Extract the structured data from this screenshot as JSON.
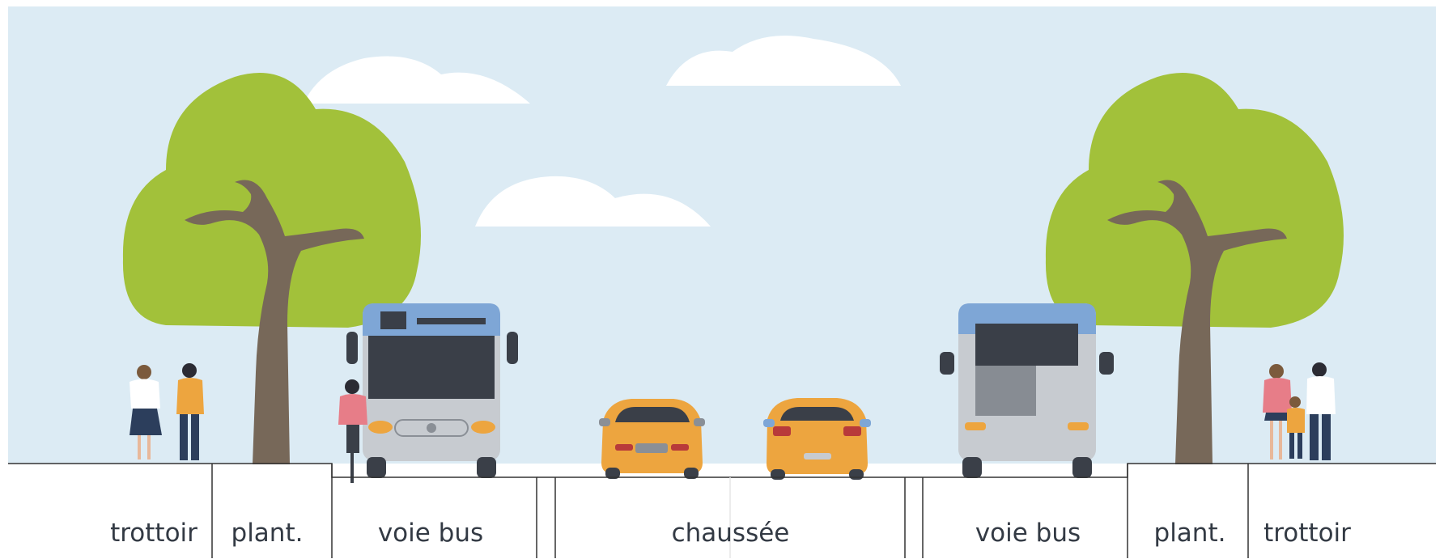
{
  "sections": [
    {
      "id": "trottoir-left",
      "label": "trottoir"
    },
    {
      "id": "plant-left",
      "label": "plant."
    },
    {
      "id": "voie-bus-left",
      "label": "voie bus"
    },
    {
      "id": "chaussee",
      "label": "chaussée"
    },
    {
      "id": "voie-bus-right",
      "label": "voie bus"
    },
    {
      "id": "plant-right",
      "label": "plant."
    },
    {
      "id": "trottoir-right",
      "label": "trottoir"
    }
  ],
  "colors": {
    "sky": "#dcebf4",
    "cloud": "#ffffff",
    "foliage": "#a2c13a",
    "trunk": "#776859",
    "bus_body": "#c7cbd0",
    "bus_roof": "#7ea6d6",
    "bus_window": "#3a3f48",
    "car": "#eda53f",
    "ground_line": "#333333",
    "label_text": "#333a44"
  },
  "icons": {
    "trees": "tree-icon",
    "buses": "bus-icon",
    "cars": "car-icon",
    "people": "pedestrian-icon",
    "cyclist": "cyclist-icon"
  }
}
